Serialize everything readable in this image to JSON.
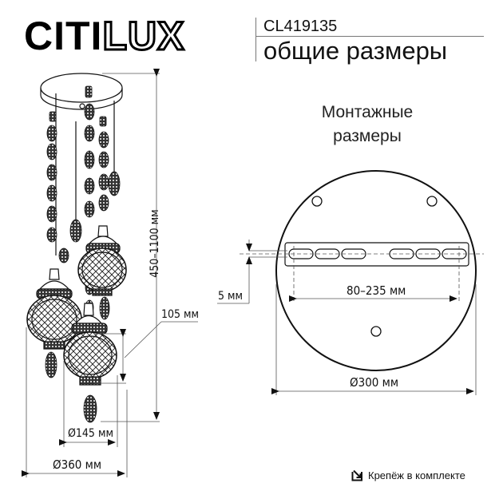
{
  "brand": {
    "logo_solid": "CITI",
    "logo_outline": "LUX"
  },
  "header": {
    "model": "CL419135",
    "subtitle": "общие размеры"
  },
  "mounting": {
    "title_line1": "Монтажные",
    "title_line2": "размеры",
    "plate_diameter": "Ø300 мм",
    "slot_range": "80–235 мм",
    "slot_width": "5 мм"
  },
  "fixture": {
    "height_range": "450–1100 мм",
    "shade_height": "105 мм",
    "shade_diameter": "Ø145 мм",
    "overall_diameter": "Ø360 мм"
  },
  "footer": {
    "icon": "mount-arrow-icon",
    "label": "Крепёж в комплекте"
  },
  "colors": {
    "line": "#111111",
    "dim_line": "#555555"
  }
}
